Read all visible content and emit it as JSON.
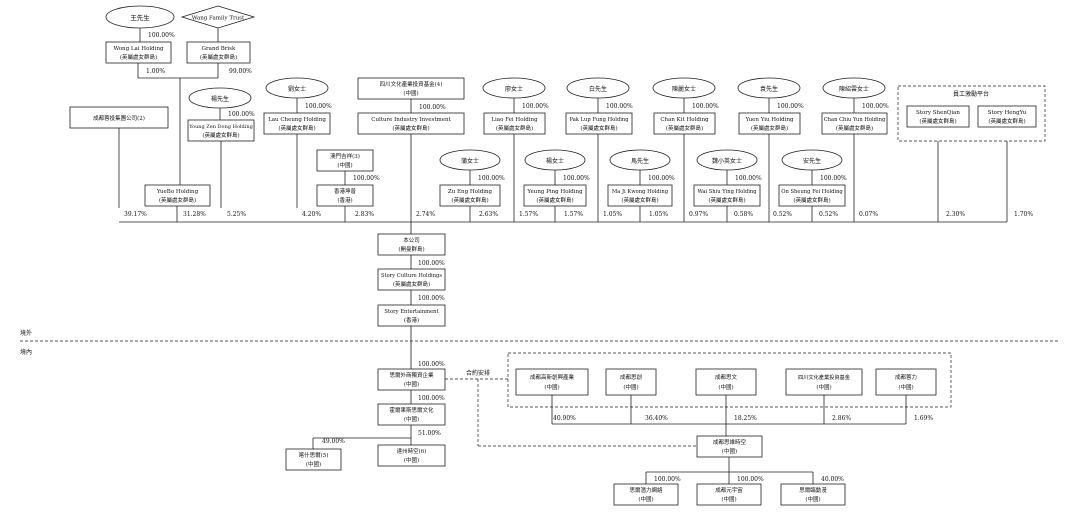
{
  "holders": [
    {
      "id": "h1",
      "l1": "王先生",
      "l2": ""
    },
    {
      "id": "h2",
      "l1": "Wang Family Trust",
      "l2": ""
    },
    {
      "id": "h3",
      "l1": "Wong Lai Holding",
      "l2": "(英屬處女群島)"
    },
    {
      "id": "h4",
      "l1": "Grand Brisk",
      "l2": "(英屬處女群島)"
    },
    {
      "id": "h5",
      "l1": "成都蓉投集團公司(2)",
      "l2": ""
    },
    {
      "id": "h6",
      "l1": "楊先生",
      "l2": ""
    },
    {
      "id": "h7",
      "l1": "Young Zen Dong Holding",
      "l2": "(英屬處女群島)"
    },
    {
      "id": "h8",
      "l1": "YueBo Holding",
      "l2": "(英屬處女群島)"
    },
    {
      "id": "h9",
      "l1": "劉女士",
      "l2": ""
    },
    {
      "id": "h10",
      "l1": "Lau Cheung Holding",
      "l2": "(英屬處女群島)"
    },
    {
      "id": "h11",
      "l1": "澳門吉祥(3)",
      "l2": "(中國)"
    },
    {
      "id": "h12",
      "l1": "香港坤普",
      "l2": "(香港)"
    },
    {
      "id": "h13",
      "l1": "四川文化產業投資基金(4)",
      "l2": "(中國)"
    },
    {
      "id": "h14",
      "l1": "Culture Industry Investment",
      "l2": "(英屬處女群島)"
    },
    {
      "id": "h15",
      "l1": "蒲女士",
      "l2": ""
    },
    {
      "id": "h16",
      "l1": "Zu Eng Holding",
      "l2": "(英屬處女群島)"
    },
    {
      "id": "h17",
      "l1": "廖女士",
      "l2": ""
    },
    {
      "id": "h18",
      "l1": "Liao Fei Holding",
      "l2": "(英屬處女群島)"
    },
    {
      "id": "h19",
      "l1": "楊女士",
      "l2": ""
    },
    {
      "id": "h20",
      "l1": "Yeung Ping Holding",
      "l2": "(英屬處女群島)"
    },
    {
      "id": "h21",
      "l1": "白先生",
      "l2": ""
    },
    {
      "id": "h22",
      "l1": "Pak Lup Fung Holding",
      "l2": "(英屬處女群島)"
    },
    {
      "id": "h23",
      "l1": "馬先生",
      "l2": ""
    },
    {
      "id": "h24",
      "l1": "Ma Ji Kwong Holding",
      "l2": "(英屬處女群島)"
    },
    {
      "id": "h25",
      "l1": "陳麗女士",
      "l2": ""
    },
    {
      "id": "h26",
      "l1": "Chan Kit Holding",
      "l2": "(英屬處女群島)"
    },
    {
      "id": "h27",
      "l1": "魏小英女士",
      "l2": ""
    },
    {
      "id": "h28",
      "l1": "Wai Shiu Ying Holding",
      "l2": "(英屬處女群島)"
    },
    {
      "id": "h29",
      "l1": "袁先生",
      "l2": ""
    },
    {
      "id": "h30",
      "l1": "Yuen Yiu Holding",
      "l2": "(英屬處女群島)"
    },
    {
      "id": "h31",
      "l1": "安先生",
      "l2": ""
    },
    {
      "id": "h32",
      "l1": "On Sheung Fei Holding",
      "l2": "(英屬處女群島)"
    },
    {
      "id": "h33",
      "l1": "陳紹雲女士",
      "l2": ""
    },
    {
      "id": "h34",
      "l1": "Chan Chiu Yun Holding",
      "l2": "(英屬處女群島)"
    },
    {
      "id": "h35",
      "l1": "Story ShenQian",
      "l2": "(英屬處女群島)"
    },
    {
      "id": "h36",
      "l1": "Story HengYu",
      "l2": "(英屬處女群島)"
    }
  ],
  "employee_platform": "員工激勵平台",
  "chain": [
    {
      "id": "c1",
      "l1": "本公司",
      "l2": "(開曼群島)"
    },
    {
      "id": "c2",
      "l1": "Story Culture Holdings",
      "l2": "(英屬處女群島)"
    },
    {
      "id": "c3",
      "l1": "Story Entertainment",
      "l2": "(香港)"
    },
    {
      "id": "c4",
      "l1": "思爾外商獨資企業",
      "l2": "(中國)"
    },
    {
      "id": "c5",
      "l1": "霍爾果斯思爾文化",
      "l2": "(中國)"
    },
    {
      "id": "c6",
      "l1": "喀什思爾(5)",
      "l2": "(中國)"
    },
    {
      "id": "c7",
      "l1": "達州時空(6)",
      "l2": "(中國)"
    }
  ],
  "vie": [
    {
      "id": "v1",
      "l1": "成都高新創興產業",
      "l2": "(中國)"
    },
    {
      "id": "v2",
      "l1": "成都思創",
      "l2": "(中國)"
    },
    {
      "id": "v3",
      "l1": "成都思文",
      "l2": "(中國)"
    },
    {
      "id": "v4",
      "l1": "四川文化產業投資基金",
      "l2": "(中國)"
    },
    {
      "id": "v5",
      "l1": "成都蓉力",
      "l2": "(中國)"
    },
    {
      "id": "v6",
      "l1": "成都思維時空",
      "l2": "(中國)"
    },
    {
      "id": "v7",
      "l1": "思爾潛力網絡",
      "l2": "(中國)"
    },
    {
      "id": "v8",
      "l1": "成都元宇宙",
      "l2": "(中國)"
    },
    {
      "id": "v9",
      "l1": "思爾臨動漫",
      "l2": "(中國)"
    }
  ],
  "contract_label": "合約安排",
  "offshore": "境外",
  "onshore": "境內",
  "pct": {
    "p_wang_wl": "100.00%",
    "p_wl": "1.00%",
    "p_gb": "99.00%",
    "p_yang": "100.00%",
    "p_liu": "100.00%",
    "p_macau": "100.00%",
    "p_fund": "100.00%",
    "p_pu": "100.00%",
    "p_liao": "100.00%",
    "p_yangf": "100.00%",
    "p_bai": "100.00%",
    "p_ma": "100.00%",
    "p_chenli": "100.00%",
    "p_wei": "100.00%",
    "p_yuan": "100.00%",
    "p_an": "100.00%",
    "p_chenshao": "100.00%",
    "s1": "39.17%",
    "s2": "31.28%",
    "s3": "5.25%",
    "s4": "4.20%",
    "s5": "2.83%",
    "s6": "2.74%",
    "s7": "2.63%",
    "s8": "1.57%",
    "s9": "1.57%",
    "s10": "1.05%",
    "s11": "1.05%",
    "s12": "0.97%",
    "s13": "0.58%",
    "s14": "0.52%",
    "s15": "0.52%",
    "s16": "0.07%",
    "s17": "2.30%",
    "s18": "1.70%",
    "c12": "100.00%",
    "c23": "100.00%",
    "c34": "100.00%",
    "c45": "100.00%",
    "c56": "49.00%",
    "c57": "51.00%",
    "v1p": "40.90%",
    "v2p": "36.40%",
    "v3p": "18.25%",
    "v4p": "2.86%",
    "v5p": "1.69%",
    "v7p": "100.00%",
    "v8p": "100.00%",
    "v9p": "40.00%"
  }
}
